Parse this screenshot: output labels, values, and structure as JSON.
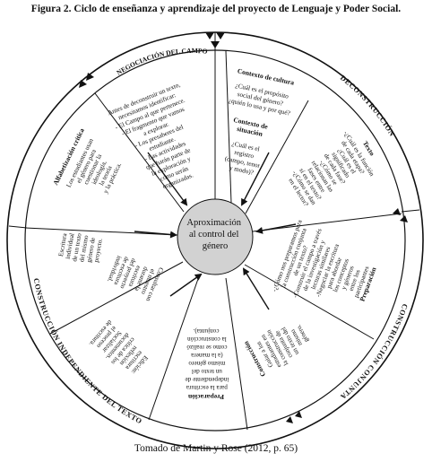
{
  "title": "Figura 2. Ciclo de enseñanza y aprendizaje del proyecto de Lenguaje y Poder Social.",
  "caption": "Tomado de Martin y Rose (2012, p. 65)",
  "center": {
    "lines": [
      "Aproximación",
      "al control del",
      "género"
    ]
  },
  "ring_labels": {
    "deconstruccion": "DECONSTRUCCIÓN",
    "construccion_conjunta": "CONSTRUCCIÓN CONJUNTA",
    "construccion_independiente": "CONSTRUCCIÓN INDEPENDIENTE DEL TEXTO"
  },
  "sections": {
    "negociacion": {
      "heading": "NEGOCIACIÓN DEL CAMPO",
      "lines": [
        "Antes de deconstruir un texto,",
        "necesitamos identificar:",
        "- El Campo al que pertenece.",
        "- El fragmento que vamos",
        "a explorar.",
        "- Los presaberes del",
        "estudiante.",
        "- Las actividades",
        "que harán parte de",
        "la exploración y",
        "cómo serán",
        "organizadas."
      ]
    },
    "contexto_cultura": {
      "heading": "Contexto de cultura",
      "lines": [
        "¿Cuál es el propósito",
        "social del género?",
        "¿quién lo usa y por qué?"
      ]
    },
    "contexto_situacion": {
      "heading": [
        "Contexto de",
        "situación"
      ],
      "lines": [
        "¿Cuál es el",
        "registro",
        "(campo, tenor",
        "y modo)?"
      ]
    },
    "texto": {
      "heading": "Texto",
      "lines": [
        "-¿Cuál es la función",
        "de cada etapa?",
        "¿Cuál es el",
        "significado",
        "de cada fase?",
        "-¿Cómo se",
        "relacionan las",
        "fases entre",
        "sí en el texto?",
        "-¿Cómo se dan",
        "en el lector?"
      ]
    },
    "preparacion": {
      "heading": "Preparación",
      "lines": [
        "-¿Cómo nos preparamos para",
        "la construcción conjunta",
        "de un texto?",
        "-Construir el campo a través",
        "de la investigación y",
        "lecturas similares",
        "-Negociar la escritura",
        "para abordar",
        "los conceptos",
        "y géneros",
        "entre los",
        "participantes"
      ]
    },
    "construccion": {
      "heading": "Construcción",
      "lines": [
        "Guiar a los",
        "estudiantes en",
        "la construcción",
        "conjunta de",
        "un texto del",
        "mismo",
        "género."
      ]
    },
    "preparacion_ind": {
      "heading": "Preparación",
      "lines": [
        "para la escritura",
        "independiente de",
        "un texto del",
        "mismo género",
        "(a la manera",
        "como se realizó",
        "la construcción",
        "conjunta)."
      ]
    },
    "edicion": {
      "lines": [
        "Edición:",
        "escritura",
        "reflexión",
        "crítica de los",
        "documentos.",
        "Socializar",
        "el proceso",
        "de escritura."
      ]
    },
    "consultar": {
      "lines": [
        "Consultar con",
        "el maestro",
        "durante la",
        "escritura",
        "del proyecto",
        "de escritura",
        "individual."
      ]
    },
    "escritura": {
      "lines": [
        "Escritura",
        "individual",
        "de un texto",
        "del mismo",
        "género de",
        "proyecto."
      ]
    },
    "alfabetizacion": {
      "heading": "Alfabetización crítica",
      "lines": [
        "Los estudiantes usan",
        "el género para",
        "cuestionar la",
        "ideología,",
        "la teoría",
        "y la práctica."
      ]
    }
  }
}
